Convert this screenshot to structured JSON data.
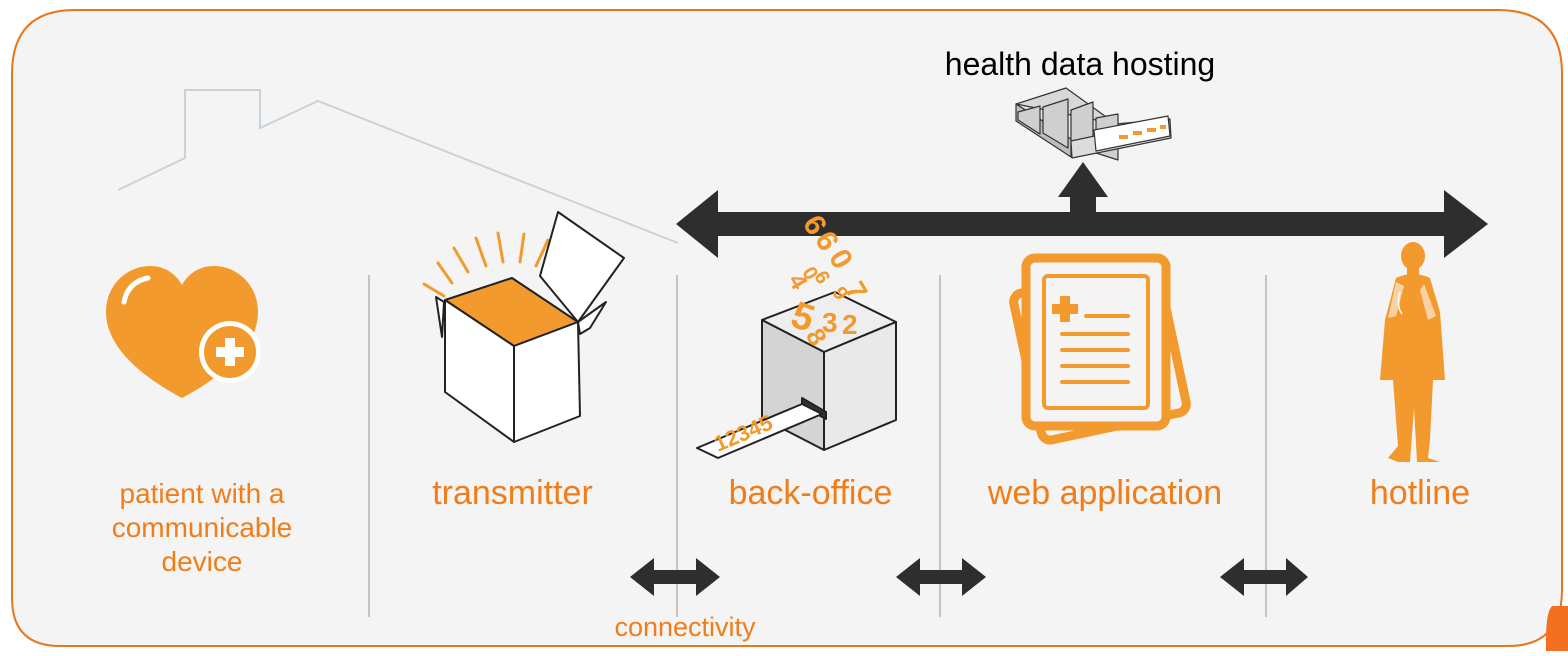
{
  "header": {
    "hosting_label": "health data hosting"
  },
  "columns": [
    {
      "id": "patient",
      "label": "patient with a communicable device",
      "icon": "heart-plus-icon"
    },
    {
      "id": "transmitter",
      "label": "transmitter",
      "icon": "open-box-icon"
    },
    {
      "id": "back_office",
      "label": "back-office",
      "icon": "data-box-icon"
    },
    {
      "id": "web_app",
      "label": "web application",
      "icon": "medical-document-icon"
    },
    {
      "id": "hotline",
      "label": "hotline",
      "icon": "doctor-icon"
    }
  ],
  "connectivity_label": "connectivity",
  "digits": {
    "ticket": "12345",
    "floating": [
      "6",
      "6",
      "0",
      "7",
      "9",
      "6",
      "0",
      "4",
      "5",
      "3",
      "2",
      "8"
    ]
  },
  "colors": {
    "accent": "#f39a2e",
    "accent_text": "#f07d1a",
    "frame": "#e8761a",
    "panel": "#f4f4f4",
    "arrow": "#2e2e2e",
    "house_line": "#c9d2dc",
    "divider": "#c4c4c4"
  }
}
